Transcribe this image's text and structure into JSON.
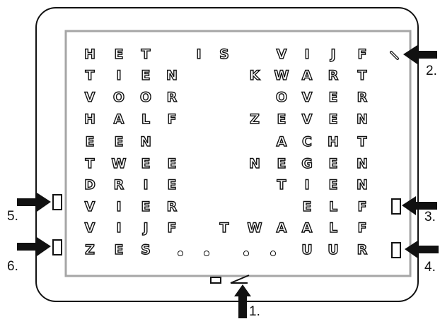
{
  "grid": [
    [
      "H",
      "E",
      "T",
      "",
      "I",
      "S",
      "",
      "V",
      "I",
      "J",
      "F"
    ],
    [
      "T",
      "I",
      "E",
      "N",
      "",
      "",
      "K",
      "W",
      "A",
      "R",
      "T"
    ],
    [
      "V",
      "O",
      "O",
      "R",
      "",
      "",
      "",
      "O",
      "V",
      "E",
      "R"
    ],
    [
      "H",
      "A",
      "L",
      "F",
      "",
      "",
      "Z",
      "E",
      "V",
      "E",
      "N"
    ],
    [
      "E",
      "E",
      "N",
      "",
      "",
      "",
      "",
      "A",
      "C",
      "H",
      "T"
    ],
    [
      "T",
      "W",
      "E",
      "E",
      "",
      "",
      "N",
      "E",
      "G",
      "E",
      "N"
    ],
    [
      "D",
      "R",
      "I",
      "E",
      "",
      "",
      "",
      "T",
      "I",
      "E",
      "N"
    ],
    [
      "V",
      "I",
      "E",
      "R",
      "",
      "",
      "",
      "",
      "E",
      "L",
      "F"
    ],
    [
      "V",
      "I",
      "J",
      "F",
      "",
      "T",
      "W",
      "A",
      "A",
      "L",
      "F"
    ],
    [
      "Z",
      "E",
      "S",
      "",
      "",
      "",
      "",
      "",
      "U",
      "U",
      "R"
    ]
  ],
  "minute_dots": 4,
  "callouts": {
    "c1": "1.",
    "c2": "2.",
    "c3": "3.",
    "c4": "4.",
    "c5": "5.",
    "c6": "6."
  },
  "colors": {
    "stroke": "#111111",
    "panel": "#a6a6a6",
    "background": "#ffffff"
  }
}
